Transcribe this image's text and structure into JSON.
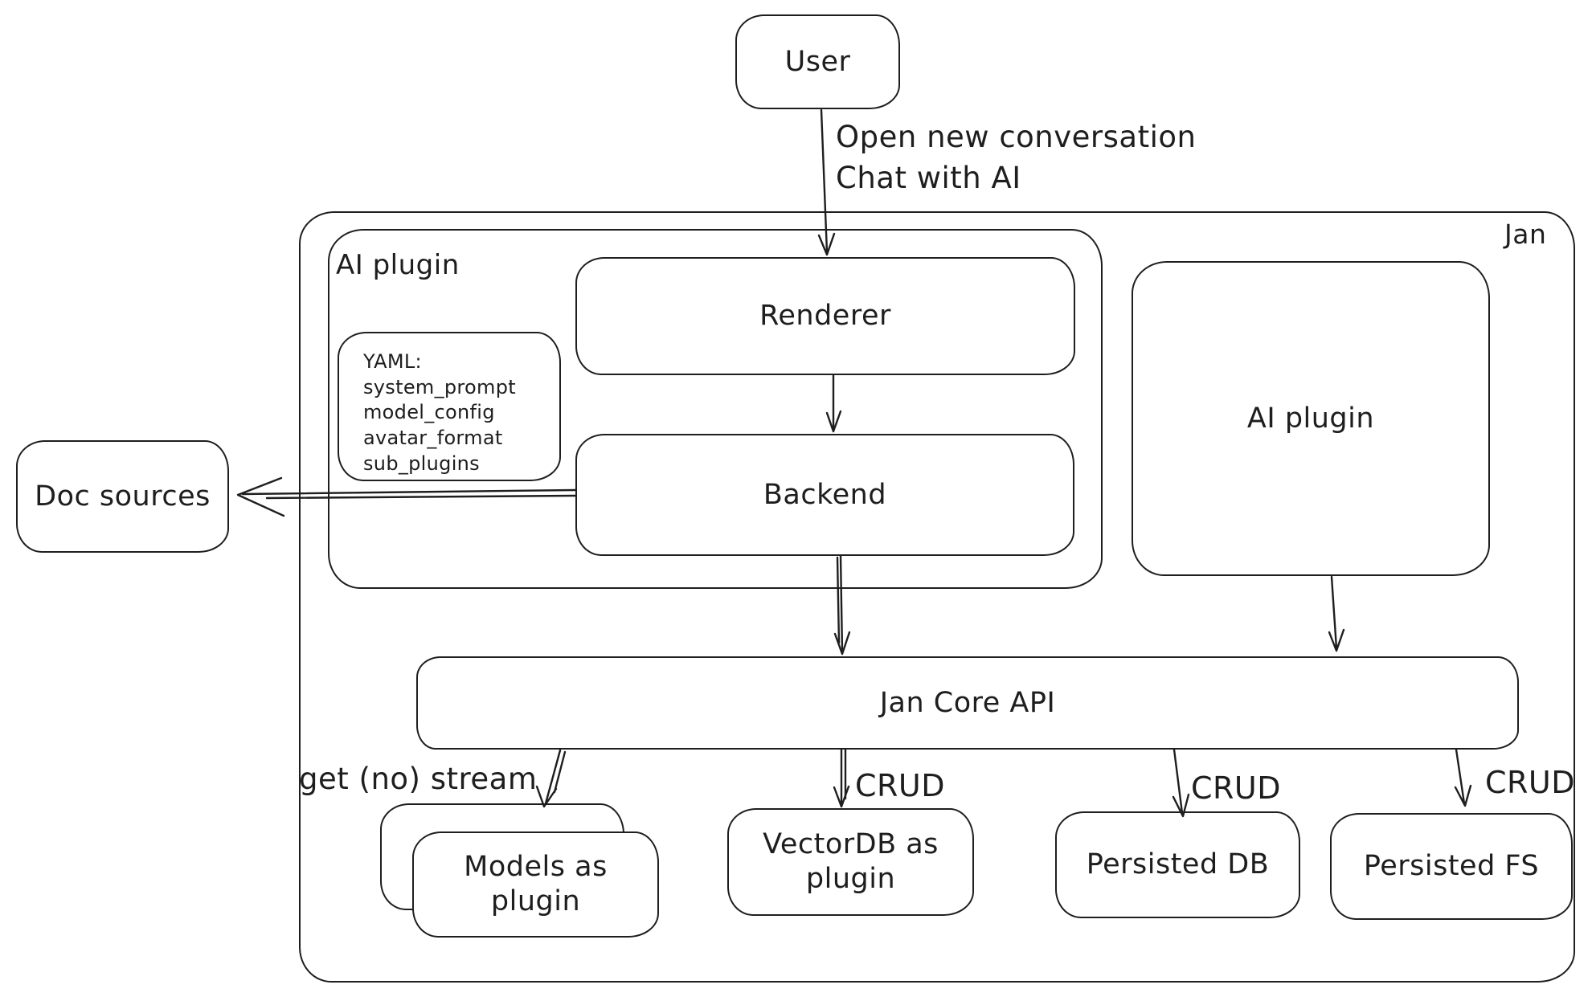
{
  "colors": {
    "stroke": "#1e1e1e",
    "background": "#ffffff"
  },
  "outer_container": {
    "label": "Jan"
  },
  "plugin_group": {
    "label": "AI plugin"
  },
  "nodes": {
    "user": "User",
    "renderer": "Renderer",
    "backend": "Backend",
    "doc_sources": "Doc sources",
    "ai_plugin": "AI plugin",
    "jan_core_api": "Jan Core API",
    "models_as_plugin": "Models as plugin",
    "vectordb_as_plugin": "VectorDB as plugin",
    "persisted_db": "Persisted DB",
    "persisted_fs": "Persisted FS"
  },
  "yaml_note": {
    "title": "YAML:",
    "lines": [
      "system_prompt",
      "model_config",
      "avatar_format",
      "sub_plugins"
    ]
  },
  "edge_labels": {
    "user_flow_line1": "Open new conversation",
    "user_flow_line2": "Chat with AI",
    "models_edge": "get (no) stream",
    "vectordb_edge": "CRUD",
    "persisted_db_edge": "CRUD",
    "persisted_fs_edge": "CRUD"
  }
}
